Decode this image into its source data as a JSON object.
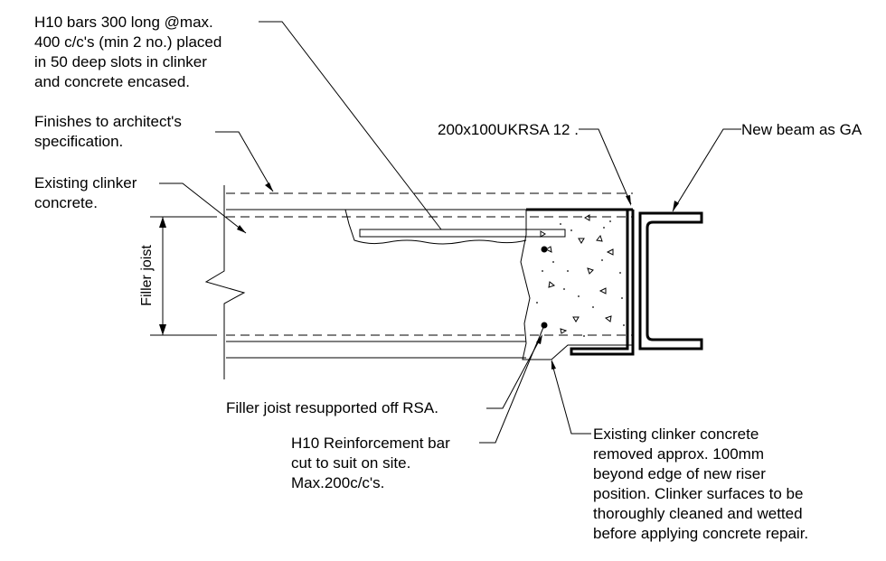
{
  "notes": {
    "h10_bars": [
      "H10 bars 300 long @max.",
      "400 c/c's (min 2 no.) placed",
      "in 50 deep slots in clinker",
      "and concrete encased."
    ],
    "finishes": [
      "Finishes to architect's",
      "specification."
    ],
    "existing_clinker": [
      "Existing clinker",
      "concrete."
    ],
    "rsa": "200x100UKRSA 12 .",
    "new_beam": "New beam as GA",
    "filler_joist_label": "Filler joist",
    "filler_resupported": "Filler joist resupported off RSA.",
    "h10_reinforcement": [
      "H10 Reinforcement bar",
      "cut to suit on site.",
      "Max.200c/c's."
    ],
    "clinker_removed": [
      "Existing clinker concrete",
      "removed approx. 100mm",
      "beyond edge of new riser",
      "position. Clinker surfaces to be",
      "thoroughly cleaned and wetted",
      "before applying concrete repair."
    ]
  },
  "colors": {
    "ink": "#000000",
    "background": "#ffffff"
  }
}
